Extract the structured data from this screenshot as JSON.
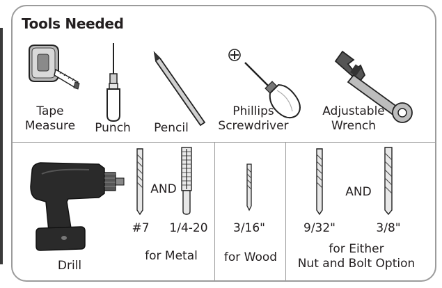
{
  "panel": {
    "title": "Tools Needed"
  },
  "tools": [
    {
      "icon": "tape-measure-icon",
      "label_line1": "Tape",
      "label_line2": "Measure"
    },
    {
      "icon": "punch-icon",
      "label": "Punch"
    },
    {
      "icon": "pencil-icon",
      "label": "Pencil"
    },
    {
      "icon": "phillips-screwdriver-icon",
      "label_line1": "Phillips",
      "label_line2": "Screwdriver"
    },
    {
      "icon": "adjustable-wrench-icon",
      "label_line1": "Adjustable",
      "label_line2": "Wrench"
    }
  ],
  "drill": {
    "icon": "drill-icon",
    "label": "Drill"
  },
  "bits_metal": {
    "joiner": "AND",
    "size1": "#7",
    "size2": "1/4-20",
    "caption": "for Metal"
  },
  "bits_wood": {
    "size": "3/16\"",
    "caption": "for Wood"
  },
  "bits_either": {
    "joiner": "AND",
    "size1": "9/32\"",
    "size2": "3/8\"",
    "caption_line1": "for Either",
    "caption_line2": "Nut and Bolt Option"
  }
}
